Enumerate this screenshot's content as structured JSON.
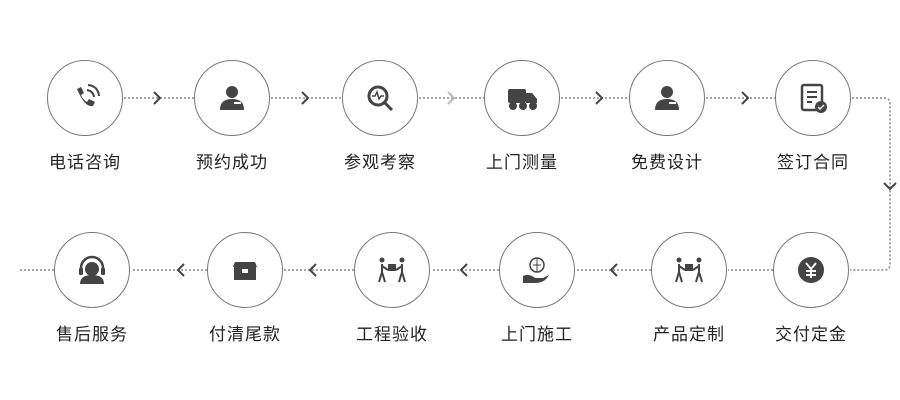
{
  "colors": {
    "line": "#888888",
    "icon": "#444444",
    "border": "#777777"
  },
  "steps": [
    {
      "label": "电话咨询",
      "icon": "phone-icon"
    },
    {
      "label": "预约成功",
      "icon": "user-icon"
    },
    {
      "label": "参观考察",
      "icon": "search-icon"
    },
    {
      "label": "上门测量",
      "icon": "truck-icon"
    },
    {
      "label": "免费设计",
      "icon": "designer-icon"
    },
    {
      "label": "签订合同",
      "icon": "contract-icon"
    },
    {
      "label": "交付定金",
      "icon": "yen-icon"
    },
    {
      "label": "产品定制",
      "icon": "handover-icon"
    },
    {
      "label": "上门施工",
      "icon": "hand-coin-icon"
    },
    {
      "label": "工程验收",
      "icon": "handshake-icon"
    },
    {
      "label": "付清尾款",
      "icon": "box-icon"
    },
    {
      "label": "售后服务",
      "icon": "headset-icon"
    }
  ]
}
